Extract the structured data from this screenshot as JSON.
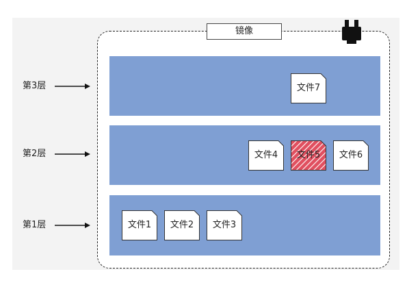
{
  "title": "镜像",
  "layers": [
    {
      "label": "第3层",
      "files": [
        "文件7"
      ]
    },
    {
      "label": "第2层",
      "files": [
        "文件4",
        "文件5",
        "文件6"
      ]
    },
    {
      "label": "第1层",
      "files": [
        "文件1",
        "文件2",
        "文件3"
      ]
    }
  ],
  "highlighted_file": "文件5",
  "colors": {
    "layer_fill": "#7f9fd3",
    "file_fill": "#ffffff",
    "highlight_fill": "#e05060",
    "hatch": "#ffffff"
  },
  "icons": {
    "plug": "plug-icon"
  }
}
